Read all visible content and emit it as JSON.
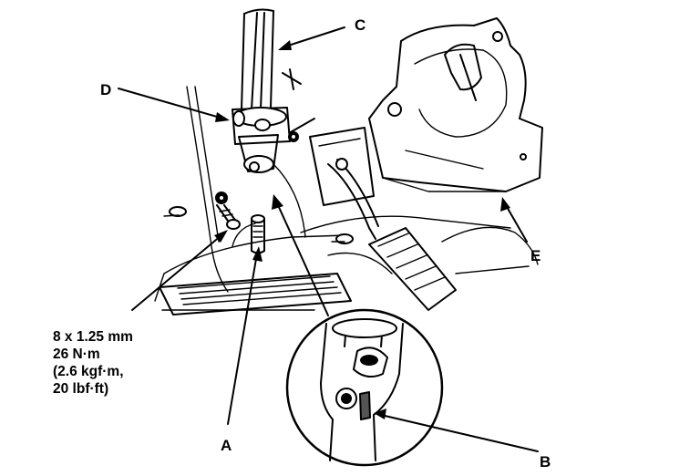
{
  "callouts": {
    "a": "A",
    "b": "B",
    "c": "C",
    "d": "D",
    "e": "E"
  },
  "torque_spec": {
    "bolt_size": "8 x 1.25 mm",
    "torque_nm": "26 N·m",
    "torque_kgfm": "(2.6 kgf·m,",
    "torque_lbfft": "20 lbf·ft)"
  }
}
